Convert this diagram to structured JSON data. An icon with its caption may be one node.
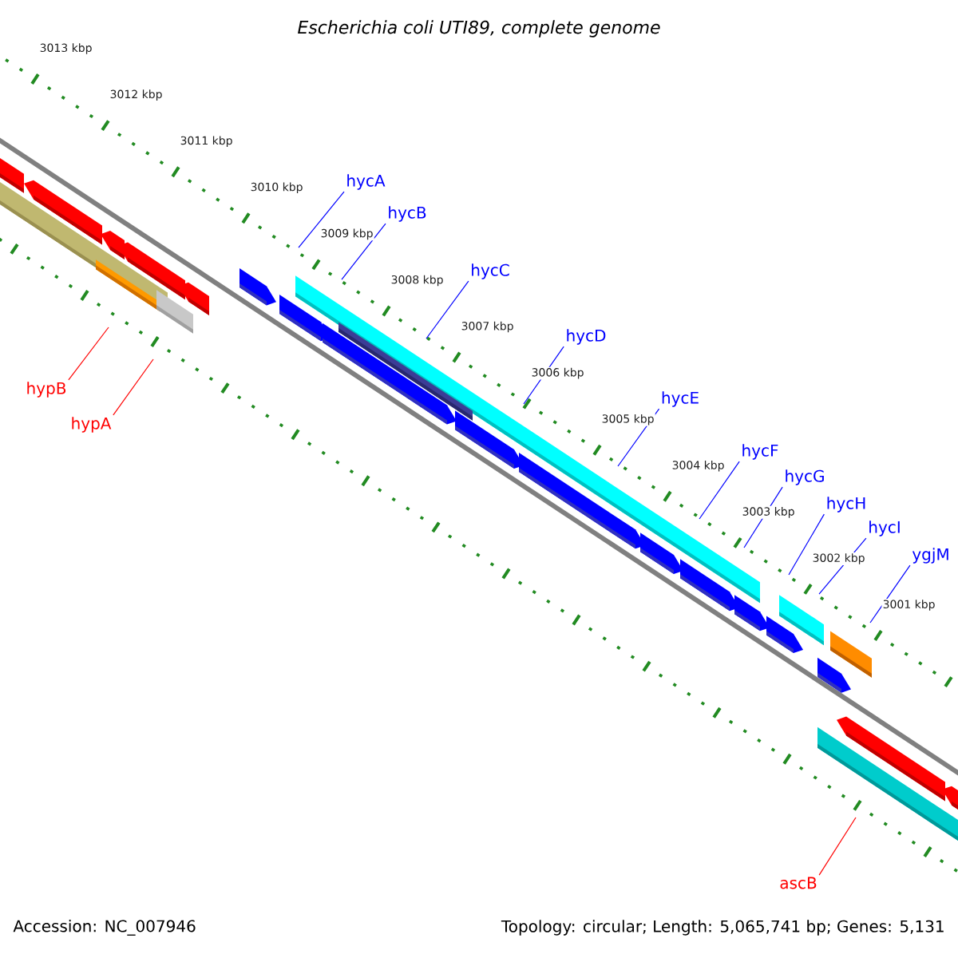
{
  "diagram": {
    "title": "Escherichia coli UTI89, complete genome",
    "nodes": [
      {
        "text": [
          "hycA"
        ]
      },
      {
        "text": [
          "hycB"
        ]
      },
      {
        "text": [
          "hycC"
        ]
      },
      {
        "text": [
          "hycD"
        ]
      },
      {
        "text": [
          "hypB"
        ]
      },
      {
        "text": [
          "hycE"
        ]
      },
      {
        "text": [
          "hypA"
        ]
      },
      {
        "text": [
          "hycF"
        ]
      },
      {
        "text": [
          "hycG"
        ]
      },
      {
        "text": [
          "hycH"
        ]
      },
      {
        "text": [
          "hycI"
        ]
      },
      {
        "text": [
          "ygjM"
        ]
      },
      {
        "text": [
          "ascB"
        ]
      }
    ],
    "edges": [
      {
        "from": 0,
        "to": null,
        "arrow": "none"
      },
      {
        "from": 1,
        "to": null,
        "arrow": "none"
      },
      {
        "from": 2,
        "to": null,
        "arrow": "none"
      },
      {
        "from": 3,
        "to": null,
        "arrow": "none"
      },
      {
        "from": 4,
        "to": null,
        "arrow": "none",
        "color": "#ff0000"
      },
      {
        "from": 5,
        "to": null,
        "arrow": "none"
      },
      {
        "from": 6,
        "to": null,
        "arrow": "none",
        "color": "#ff0000"
      },
      {
        "from": 7,
        "to": null,
        "arrow": "none"
      },
      {
        "from": 8,
        "to": null,
        "arrow": "none"
      },
      {
        "from": 9,
        "to": null,
        "arrow": "none"
      },
      {
        "from": 10,
        "to": null,
        "arrow": "none"
      },
      {
        "from": 11,
        "to": null,
        "arrow": "none"
      },
      {
        "from": 12,
        "to": null,
        "arrow": "none",
        "color": "#ff0000"
      }
    ],
    "labels": [
      "3013 kbp",
      "3012 kbp",
      "3011 kbp",
      "3010 kbp",
      "3009 kbp",
      "3008 kbp",
      "3007 kbp",
      "3006 kbp",
      "3005 kbp",
      "3004 kbp",
      "3003 kbp",
      "3002 kbp",
      "3001 kbp",
      "Accession: NC_007946",
      "Topology: circular; Length: 5,065,741 bp; Genes: 5,131"
    ]
  }
}
